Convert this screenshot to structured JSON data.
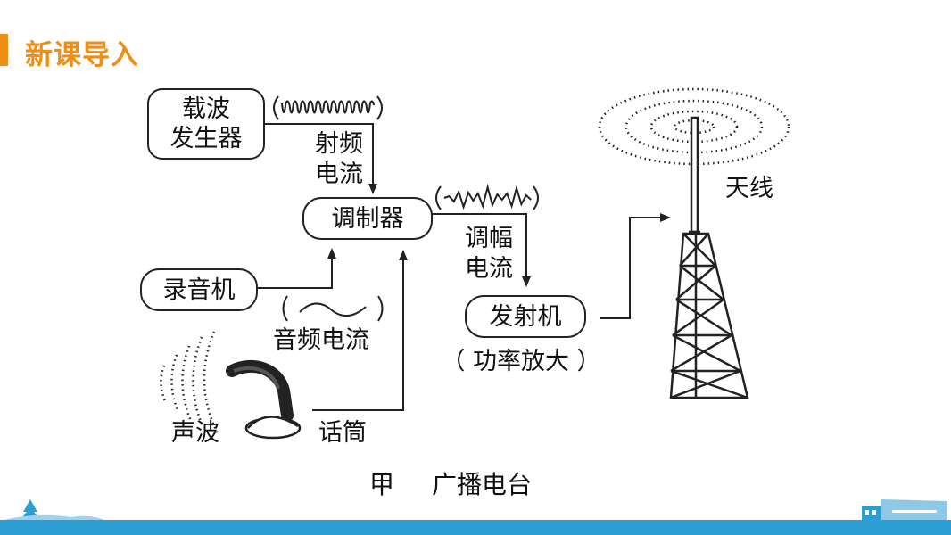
{
  "header": {
    "title": "新课导入",
    "accent_color": "#f08d12"
  },
  "diagram": {
    "carrier_generator": [
      "载波",
      "发生器"
    ],
    "rf_current": [
      "射频",
      "电流"
    ],
    "modulator": "调制器",
    "am_current": [
      "调幅",
      "电流"
    ],
    "recorder": "录音机",
    "audio_current": "音频电流",
    "transmitter": "发射机",
    "power_amp": "（ 功率放大 ）",
    "antenna": "天线",
    "sound_wave": "声波",
    "microphone": "话筒",
    "caption_left": "甲",
    "caption_right": "广播电台"
  },
  "footer": {
    "color": "#2d9ed2"
  }
}
